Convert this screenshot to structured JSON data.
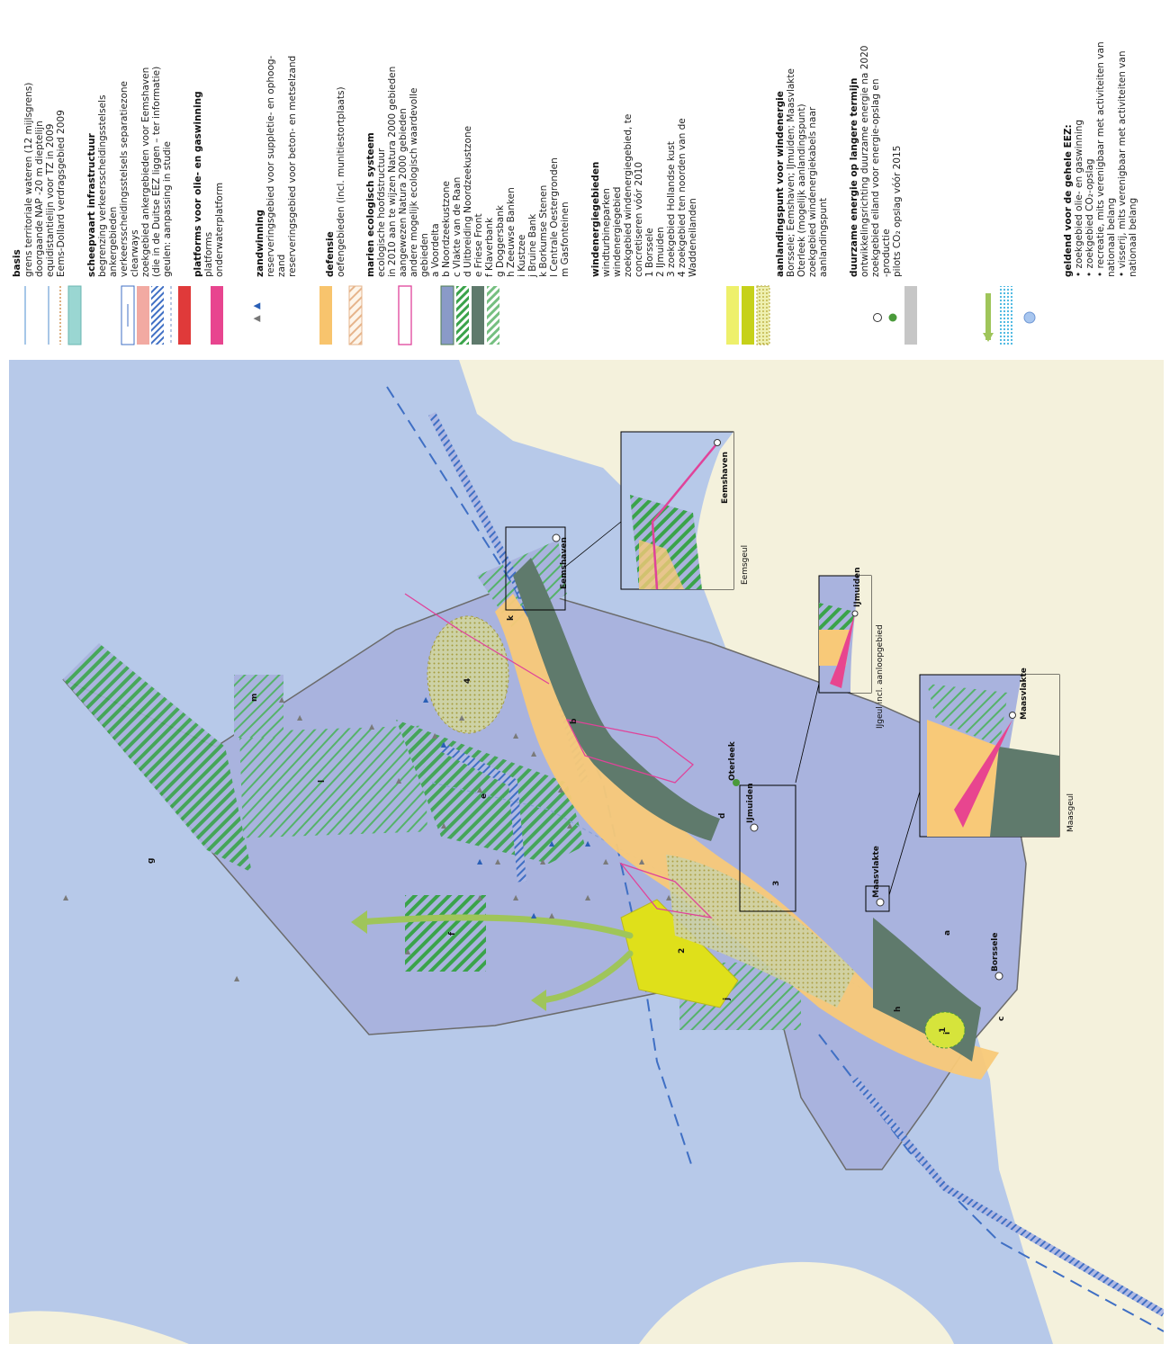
{
  "legend": {
    "basis": {
      "title": "basis",
      "items": [
        "grens territoriale wateren (12 mijlsgrens)",
        "doorgaande NAP -20 m dieptelijn",
        "equidistantielijn voor TZ in 2009",
        "Eems-Dollard verdragsgebied 2009"
      ]
    },
    "scheepvaart": {
      "title": "scheepvaart infrastructuur",
      "items": [
        "begrenzing verkeersscheidingsstelsels",
        "ankergebieden",
        "verkeersscheidingsstelsels separatiezone",
        "clearways",
        "zoekgebied ankergebieden voor Eemshaven",
        "(die in de Duitse EEZ liggen – ter informatie)",
        "geulen: aanpassing in studie"
      ]
    },
    "platforms": {
      "title": "platforms voor olie- en gaswinning",
      "items": [
        "platforms",
        "onderwaterplatform"
      ]
    },
    "zandwinning": {
      "title": "zandwinning",
      "items": [
        "reserveringsgebied voor suppletie- en ophoog-",
        "zand",
        "reserveringsgebied voor beton- en metselzand"
      ]
    },
    "defensie": {
      "title": "defensie",
      "items": [
        "oefengebieden (incl. munitiestortplaats)"
      ]
    },
    "marien": {
      "title": "marien ecologisch systeem",
      "items": [
        "ecologische hoofdstructuur",
        "in 2010 aan te wijzen Natura 2000 gebieden",
        "aangewezen Natura 2000 gebieden",
        "andere mogelijk ecologisch waardevolle",
        "gebieden"
      ],
      "areas": [
        "a  Voordelta",
        "b  Noordzeekustzone",
        "c  Vlakte van de Raan",
        "d  Uitbreiding Noordzeekustzone",
        "e  Friese Front",
        "f  Klaverbank",
        "g  Doggersbank",
        "h  Zeeuwse Banken",
        "i   Kustzee",
        "j   Bruine Bank",
        "k  Borkumse Stenen",
        "l   Centrale Oestergronden",
        "m  Gasfonteinen"
      ]
    },
    "windenergie": {
      "title": "windenergiegebieden",
      "items": [
        "windturbineparken",
        "windenergiegebied",
        "zoekgebied windenergiegebied, te",
        "concretiseren vóór 2010"
      ],
      "zones": [
        "1  Borssele",
        "2  IJmuiden",
        "3  zoekgebied Hollandse kust",
        "4  zoekgebied ten noorden van de",
        "    Waddeneilanden"
      ]
    },
    "aanlanding": {
      "title": "aanlandingspunt voor windenergie",
      "items": [
        "Borssele; Eemshaven; IJmuiden; Maasvlakte",
        "Oterleek (mogelijk aanlandingspunt)",
        "zoekgebied windenergiekabels naar",
        "aanlandingspunt"
      ]
    },
    "duurzaam": {
      "title": "duurzame energie op langere termijn",
      "items": [
        "ontwikkelingsrichting duurzame energie na 2020",
        "zoekgebied eiland voor energie-opslag en",
        "-productie",
        "pilots CO₂ opslag vóór 2015"
      ]
    },
    "geldend": {
      "title": "geldend voor de gehele EEZ:",
      "items": [
        "• zoekgebied olie- en gaswinning",
        "• zoekgebied CO₂-opslag",
        "• recreatie, mits verenigbaar met activiteiten van",
        "   nationaal belang",
        "• visserij, mits verenigbaar met activiteiten van",
        "   nationaal belang"
      ]
    }
  },
  "map": {
    "places": [
      "Eemshaven",
      "Oterleek",
      "IJmuiden",
      "Maasvlakte",
      "Borssele"
    ],
    "area_letters": [
      "a",
      "b",
      "c",
      "d",
      "e",
      "f",
      "g",
      "h",
      "i",
      "j",
      "k",
      "l",
      "m"
    ],
    "zone_numbers": [
      "1",
      "2",
      "3",
      "4"
    ],
    "insets": [
      {
        "place": "Eemshaven",
        "caption": "Eemsgeul"
      },
      {
        "place": "IJmuiden",
        "caption": "IJgeul incl. aanloopgebied"
      },
      {
        "place": "Maasvlakte",
        "caption": "Maasgeul"
      }
    ]
  },
  "colors": {
    "sea": "#b7c9e9",
    "eez": "#a9b3de",
    "land": "#f4f1dc",
    "sand": "#f8c978",
    "natura": "#5f7a6c",
    "hatch_green": "#3aa34a",
    "wind_yellow": "#dfe01a",
    "defense_pink": "#e0439a",
    "ship_blue": "#3f6fc4",
    "arrow_green": "#9fc55a",
    "platform_grey": "#7a7a7a"
  }
}
